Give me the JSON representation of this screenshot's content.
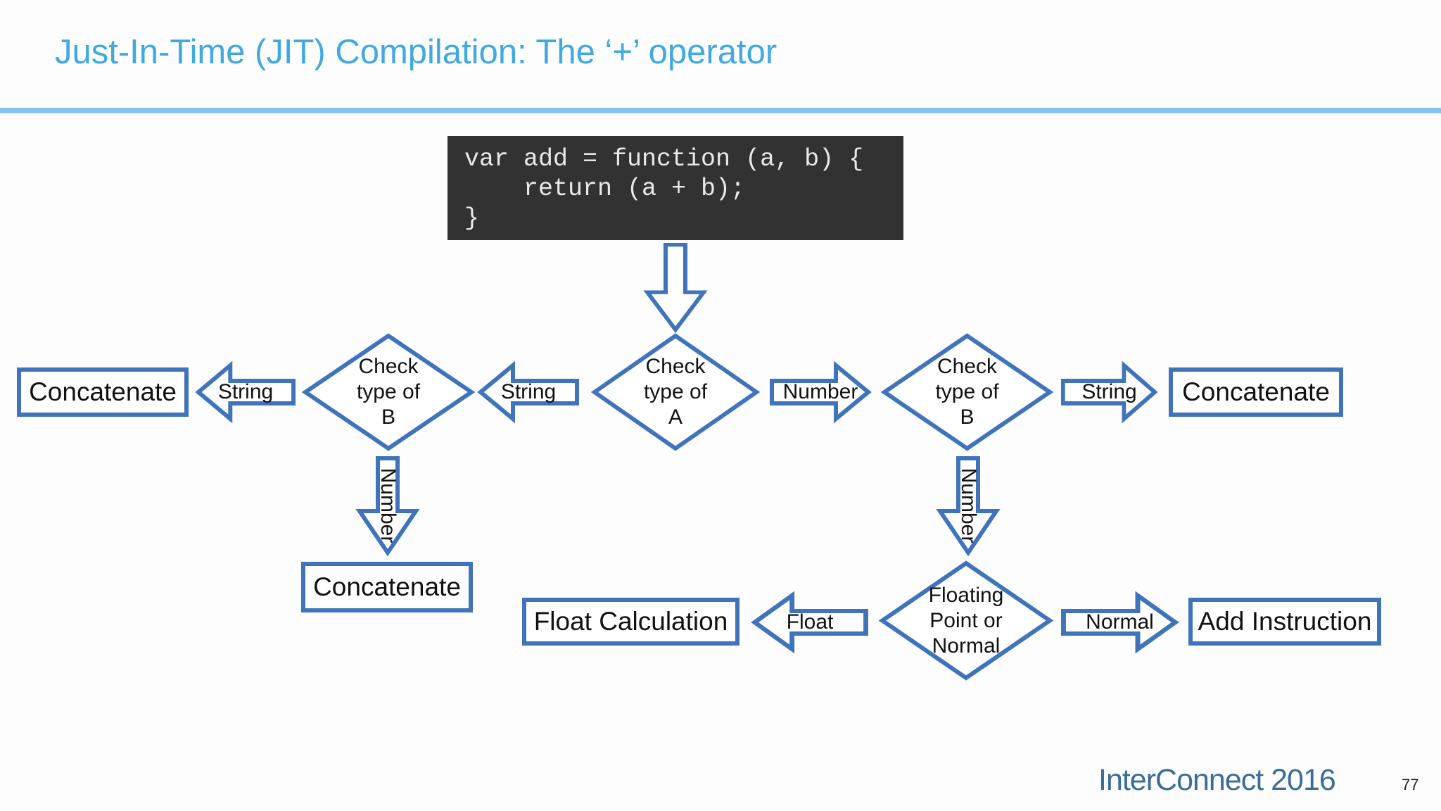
{
  "colors": {
    "accent": "#4074ba",
    "title": "#41a9e1",
    "divider": "#85c5ef",
    "code-bg": "#323232",
    "code-text": "#e9e9e9",
    "brand": "#3a6d99",
    "ink": "#111111"
  },
  "header": {
    "title": "Just-In-Time (JIT) Compilation: The ‘+’ operator"
  },
  "code_block": {
    "text": "var add = function (a, b) {\n    return (a + b);\n}"
  },
  "flowchart": {
    "diamonds": {
      "check_a": "Check\ntype of\nA",
      "check_b_left": "Check\ntype of\nB",
      "check_b_right": "Check\ntype of\nB",
      "float_or_normal": "Floating\nPoint or\nNormal"
    },
    "boxes": {
      "concat_left": "Concatenate",
      "concat_bottom_left": "Concatenate",
      "concat_right": "Concatenate",
      "float_calc": "Float Calculation",
      "add_instruction": "Add Instruction"
    },
    "edge_labels": {
      "string_far_left": "String",
      "string_mid_left": "String",
      "number_mid_right": "Number",
      "string_right": "String",
      "number_down_left": "Number",
      "number_down_right": "Number",
      "float_left": "Float",
      "normal_right": "Normal"
    }
  },
  "footer": {
    "brand": "InterConnect 2016",
    "page_number": "77"
  }
}
